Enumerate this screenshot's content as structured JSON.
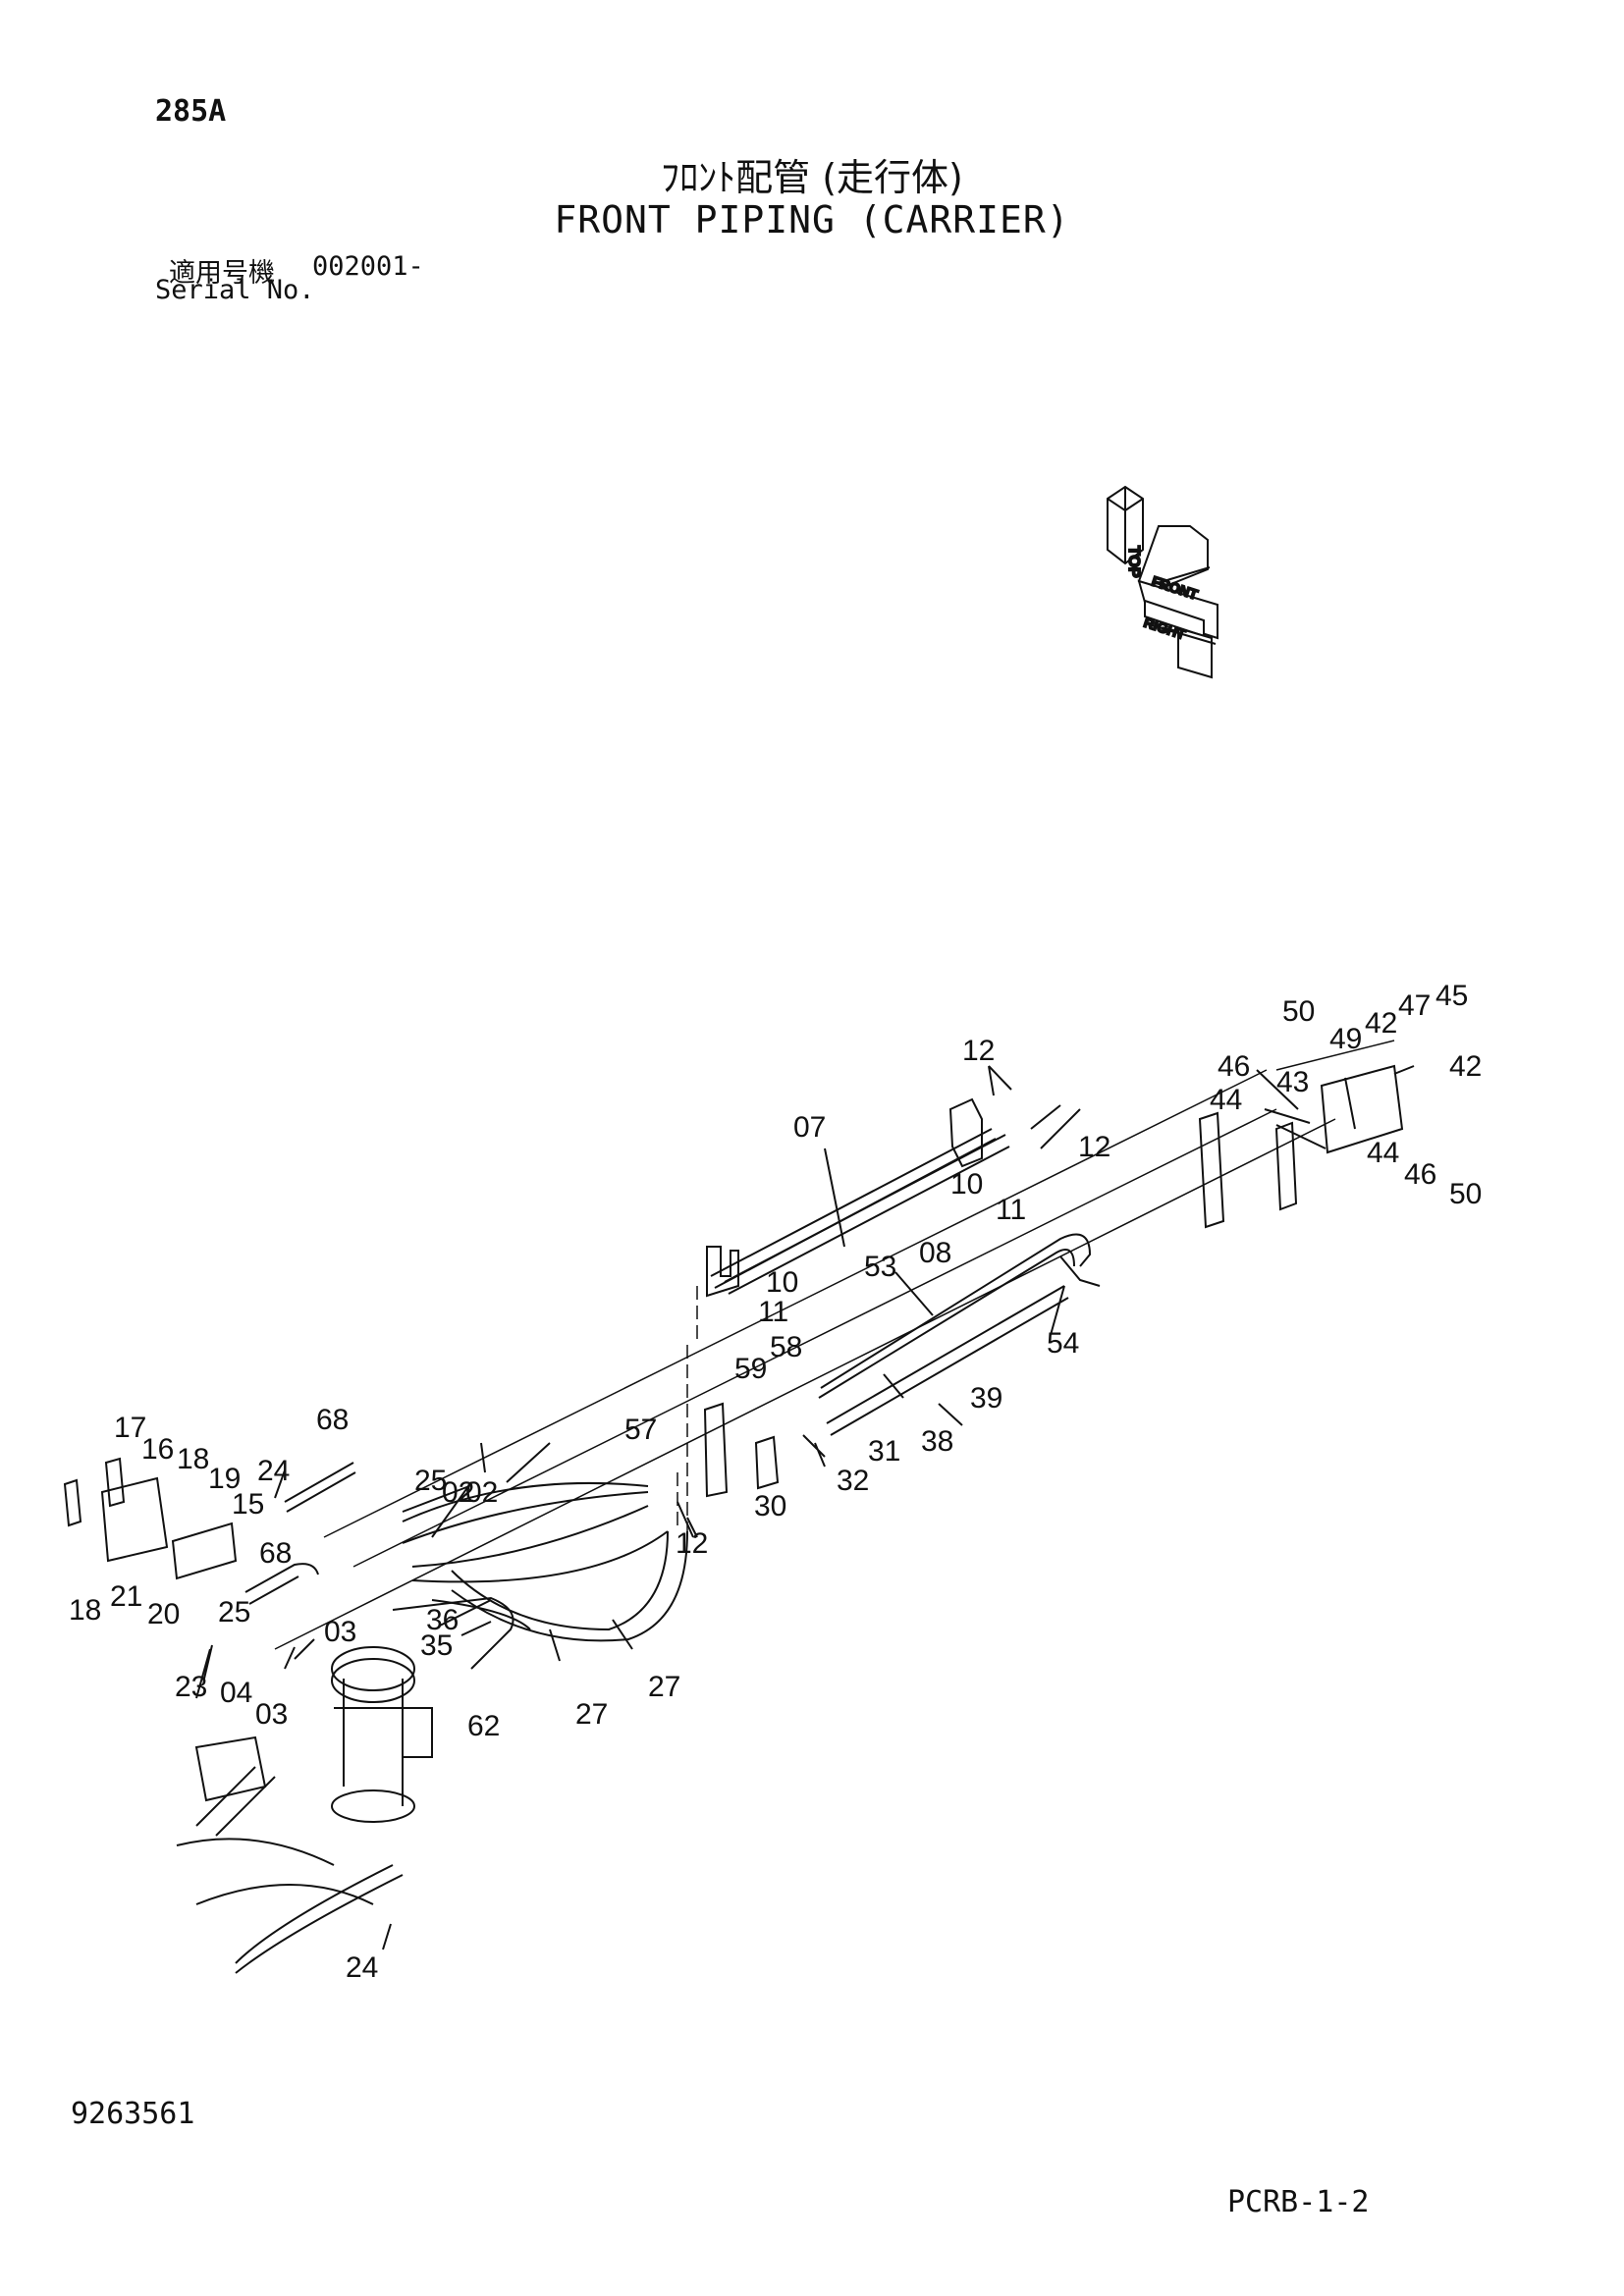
{
  "header": {
    "page_code": "285A",
    "title_jp": "ﾌﾛﾝﾄ配管 (走行体)",
    "title_en": "FRONT PIPING (CARRIER)",
    "serial_label_jp": "適用号機",
    "serial_value": "002001-",
    "serial_label_en": "Serial No."
  },
  "orientation_indicator": {
    "labels": [
      "TOP",
      "FRONT",
      "RIGHT"
    ]
  },
  "part_labels": [
    "02",
    "02",
    "03",
    "03",
    "04",
    "07",
    "08",
    "10",
    "10",
    "11",
    "11",
    "12",
    "12",
    "12",
    "15",
    "16",
    "17",
    "18",
    "18",
    "19",
    "20",
    "21",
    "23",
    "24",
    "24",
    "25",
    "25",
    "27",
    "27",
    "30",
    "31",
    "32",
    "35",
    "36",
    "38",
    "39",
    "42",
    "42",
    "43",
    "44",
    "44",
    "45",
    "46",
    "46",
    "47",
    "49",
    "50",
    "50",
    "53",
    "54",
    "57",
    "58",
    "59",
    "62",
    "68",
    "68"
  ],
  "footer": {
    "doc_number": "9263561",
    "sheet_code": "PCRB-1-2"
  }
}
